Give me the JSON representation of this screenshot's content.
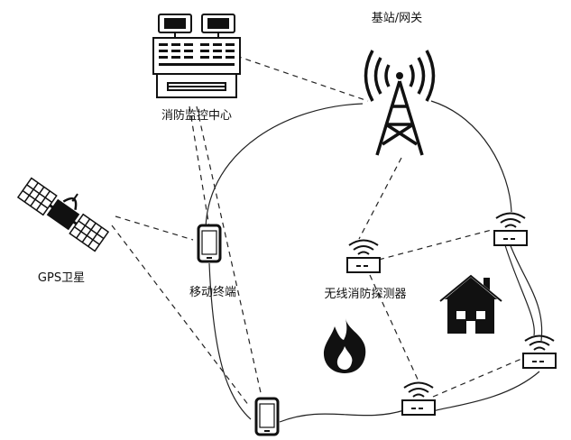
{
  "labels": {
    "monitoring_center": "消防监控中心",
    "base_station": "基站/网关",
    "gps_satellite": "GPS卫星",
    "mobile_terminal": "移动终端",
    "wireless_detector": "无线消防探测器"
  },
  "icons": {
    "monitoring_center": "control-console-icon",
    "base_station": "radio-tower-icon",
    "gps_satellite": "satellite-icon",
    "mobile_terminal": "smartphone-icon",
    "wireless_detector": "wireless-detector-icon",
    "fire": "fire-icon",
    "house": "house-icon"
  },
  "colors": {
    "ink": "#111111",
    "background": "#ffffff"
  }
}
